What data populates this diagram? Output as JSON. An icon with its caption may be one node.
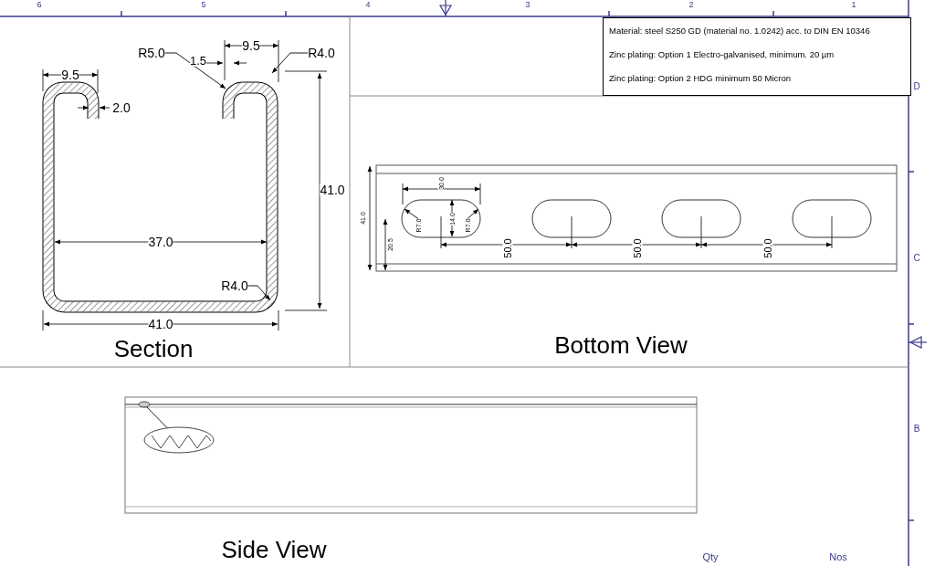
{
  "diagram": {
    "nodes": [
      {
        "text": [
          "R5.0"
        ]
      },
      {
        "text": [
          "R4.0"
        ]
      },
      {
        "text": [
          "R4.0"
        ]
      },
      {
        "text": [
          "R7.0"
        ]
      },
      {
        "text": [
          "R7.0"
        ]
      },
      {
        "text": [],
        "shape": "ellipse"
      },
      {
        "text": [],
        "shape": "ellipse"
      },
      {
        "text": [
          "Material: steel S250 GD (material no. 1.0242) acc. to DIN EN 10346",
          "Zinc plating: Option 1 Electro-galvanised, minimum. 20 µm",
          "Zinc plating: Option 2 HDG minimum 50 Micron"
        ]
      }
    ],
    "edges": [
      {
        "from": 0,
        "to": null,
        "arrow": "to"
      },
      {
        "from": 1,
        "to": null,
        "arrow": "to"
      },
      {
        "from": 2,
        "to": null,
        "arrow": "to"
      },
      {
        "from": 3,
        "to": null,
        "arrow": "to"
      },
      {
        "from": 4,
        "to": null,
        "arrow": "to"
      },
      {
        "from": 5,
        "to": 6,
        "arrow": "none"
      }
    ],
    "labels": [
      "6",
      "5",
      "4",
      "3",
      "2",
      "1",
      "9.5",
      "9.5",
      "1.5",
      "2.0",
      "D",
      "41.0",
      "30.0",
      "41.0",
      "14.0",
      "20.5",
      "50.0",
      "50.0",
      "50.0",
      "C",
      "37.0",
      "41.0",
      "Section",
      "Bottom View",
      "B",
      "Side View",
      "Qty",
      "Nos"
    ]
  }
}
